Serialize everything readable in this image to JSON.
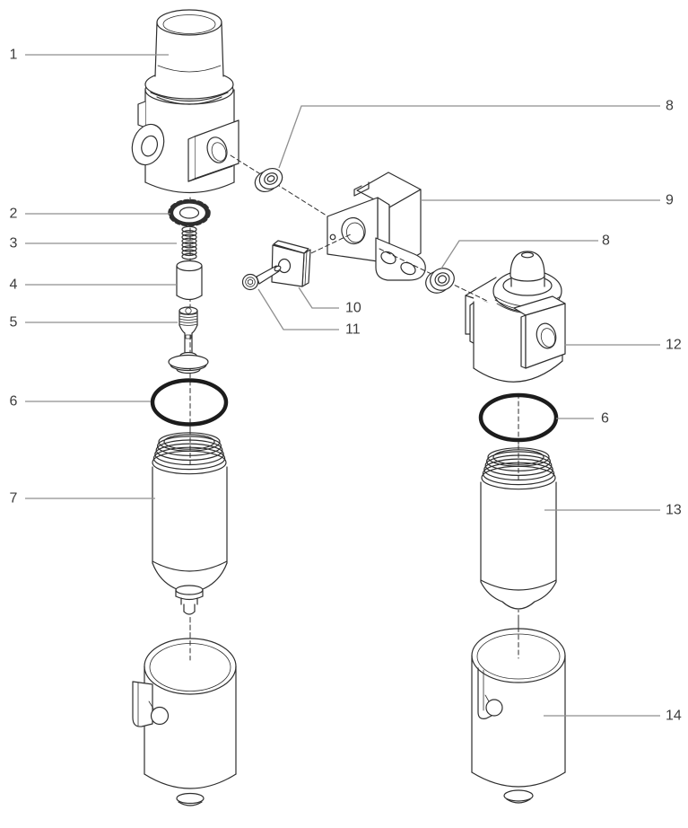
{
  "page": {
    "background": "#ffffff",
    "line_color": "#2e2e2e",
    "leader_color": "#8f8f8f",
    "label_color": "#3c3c3c",
    "oring_color": "#1c1c1c"
  },
  "diagram": {
    "type": "exploded-parts-diagram",
    "callouts": [
      {
        "number": "1"
      },
      {
        "number": "2"
      },
      {
        "number": "3"
      },
      {
        "number": "4"
      },
      {
        "number": "5"
      },
      {
        "number": "6"
      },
      {
        "number": "7"
      },
      {
        "number": "8"
      },
      {
        "number": "9"
      },
      {
        "number": "8"
      },
      {
        "number": "10"
      },
      {
        "number": "11"
      },
      {
        "number": "12"
      },
      {
        "number": "6"
      },
      {
        "number": "13"
      },
      {
        "number": "14"
      }
    ]
  }
}
